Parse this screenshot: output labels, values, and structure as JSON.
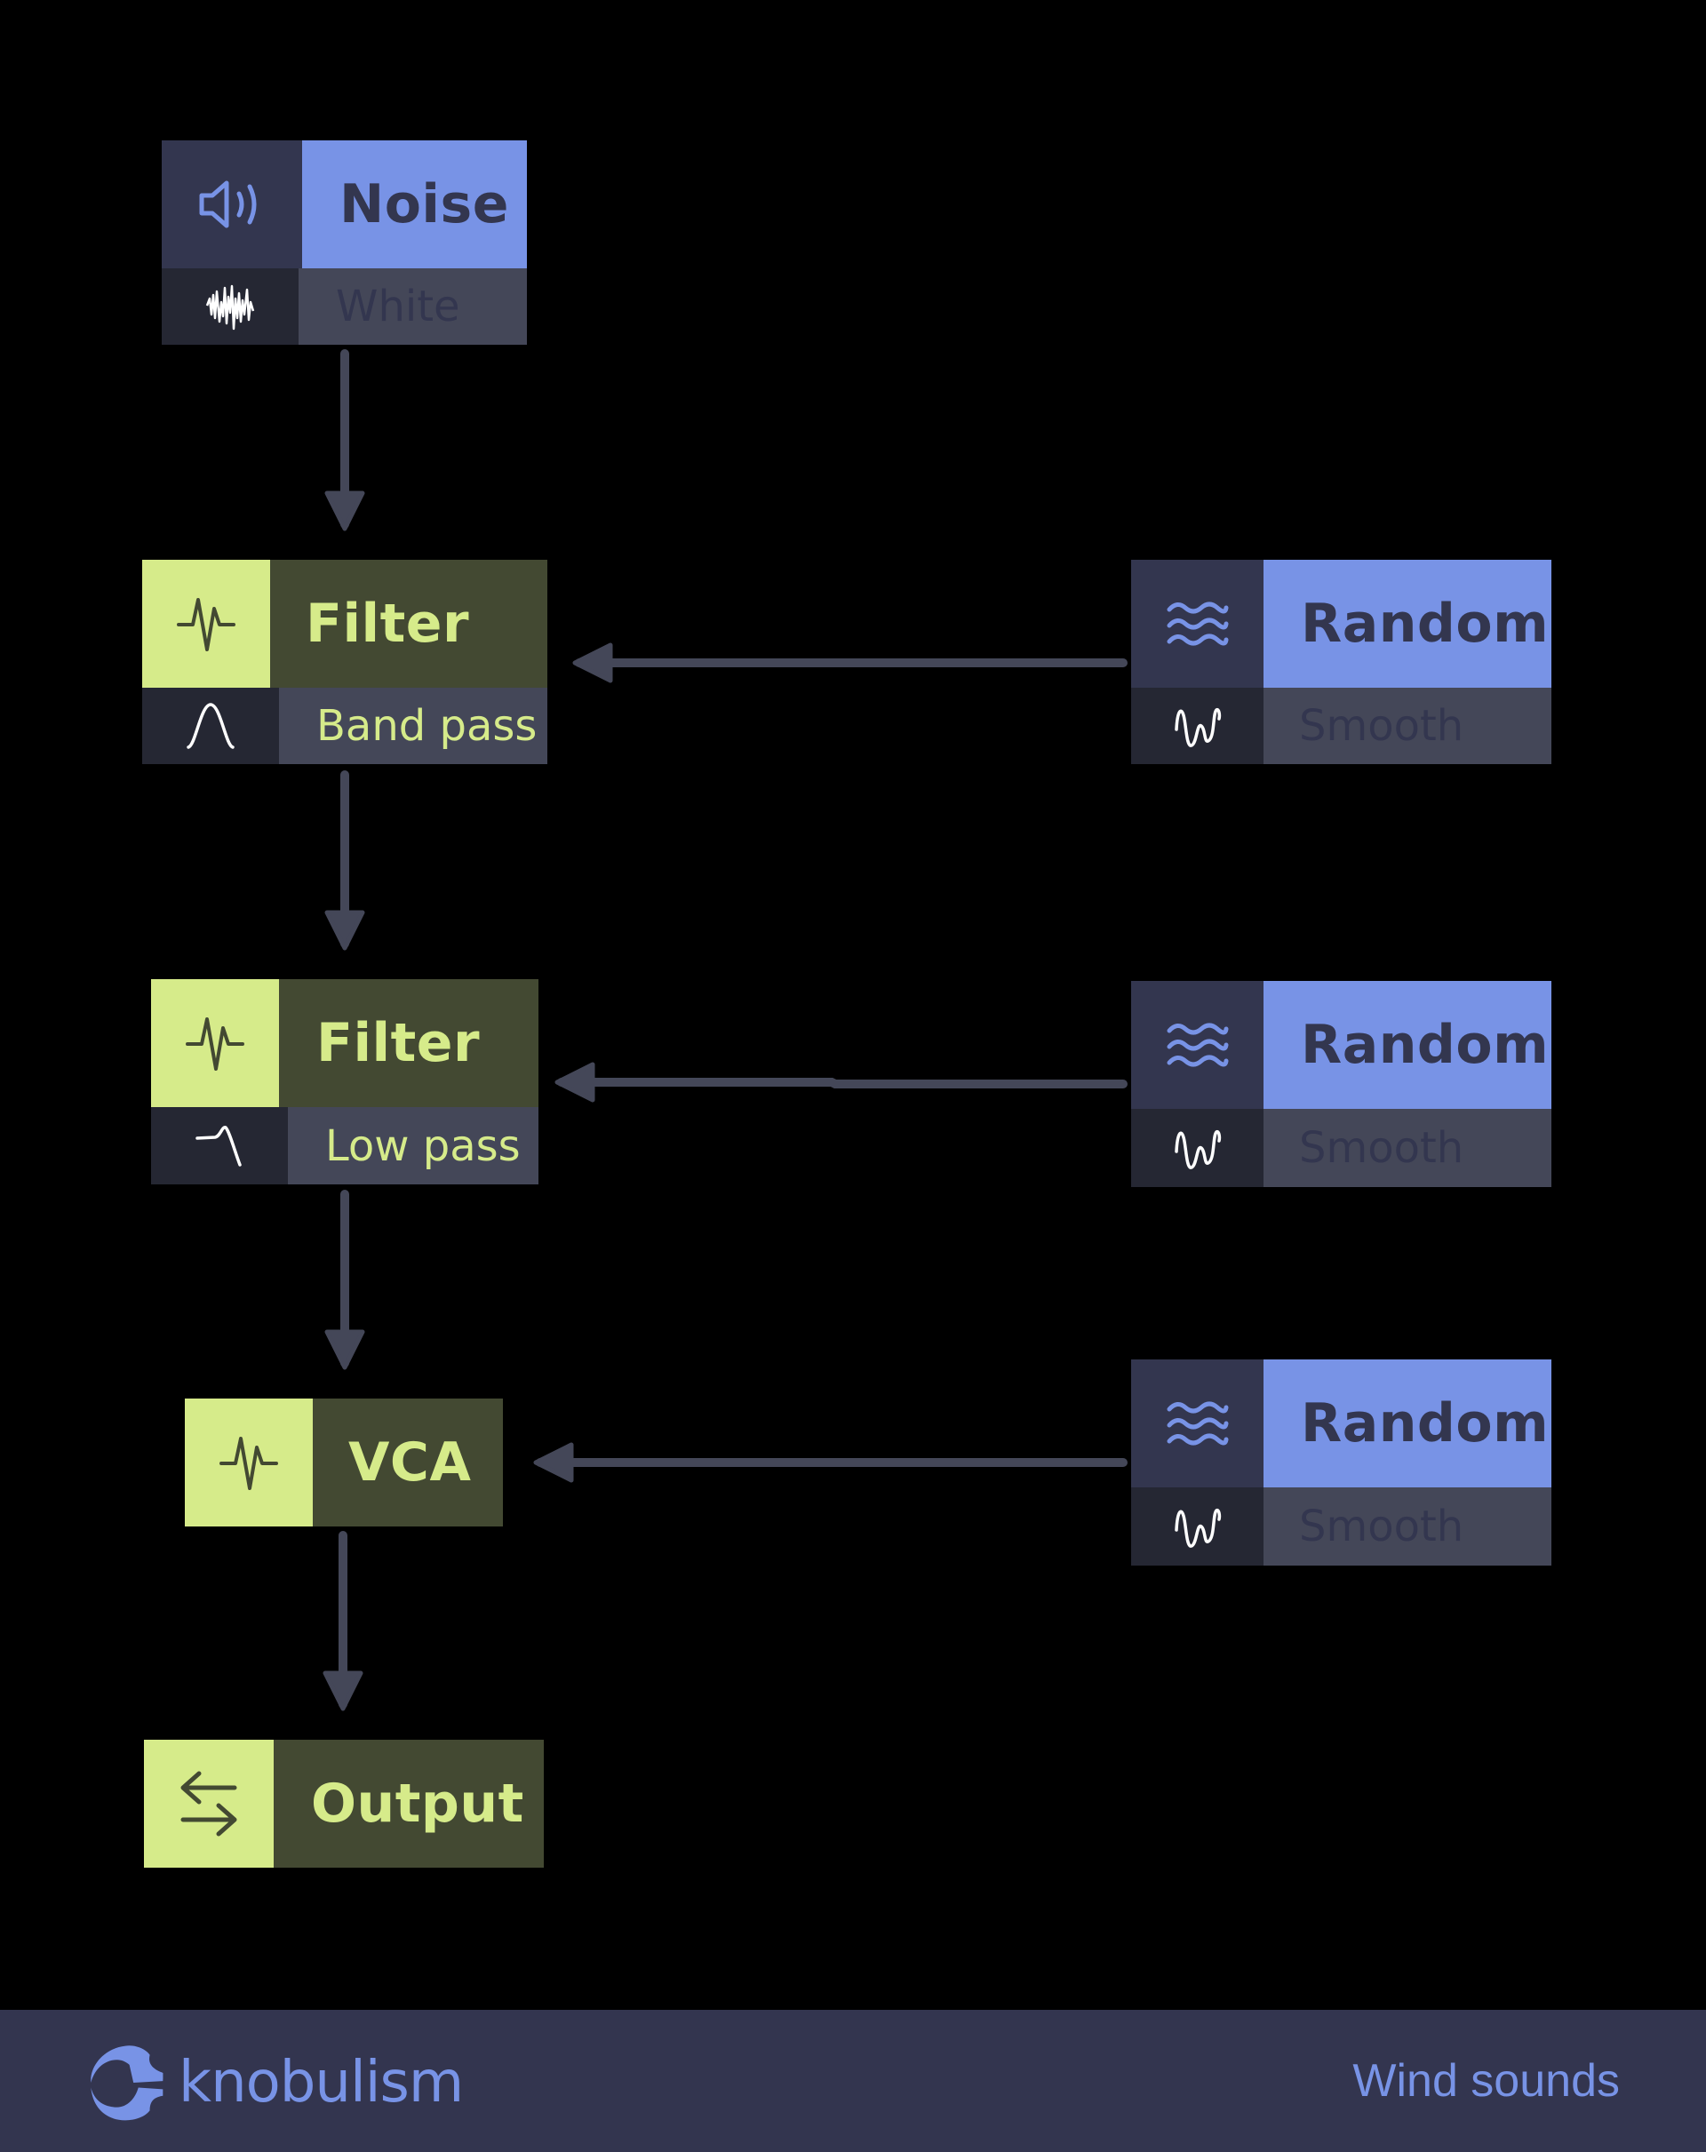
{
  "colors": {
    "background": "#000000",
    "source_accent": "#7893e6",
    "processor_accent": "#d6eb8a",
    "processor_dark": "#434932",
    "source_dark": "#33364f",
    "wire": "#444758",
    "footer": "#33354f"
  },
  "nodes": {
    "noise": {
      "title": "Noise",
      "icon": "speaker-icon",
      "subtitle": "White",
      "sub_icon": "white-noise-waveform-icon"
    },
    "filter1": {
      "title": "Filter",
      "icon": "pulse-icon",
      "subtitle": "Band pass",
      "sub_icon": "band-pass-curve-icon"
    },
    "filter2": {
      "title": "Filter",
      "icon": "pulse-icon",
      "subtitle": "Low pass",
      "sub_icon": "low-pass-curve-icon"
    },
    "vca": {
      "title": "VCA",
      "icon": "pulse-icon"
    },
    "output": {
      "title": "Output",
      "icon": "swap-arrows-icon"
    },
    "random1": {
      "title": "Random",
      "icon": "waves-icon",
      "subtitle": "Smooth",
      "sub_icon": "smooth-wave-icon"
    },
    "random2": {
      "title": "Random",
      "icon": "waves-icon",
      "subtitle": "Smooth",
      "sub_icon": "smooth-wave-icon"
    },
    "random3": {
      "title": "Random",
      "icon": "waves-icon",
      "subtitle": "Smooth",
      "sub_icon": "smooth-wave-icon"
    }
  },
  "connections": [
    {
      "from": "noise",
      "to": "filter1"
    },
    {
      "from": "random1",
      "to": "filter1"
    },
    {
      "from": "filter1",
      "to": "filter2"
    },
    {
      "from": "random2",
      "to": "filter2"
    },
    {
      "from": "filter2",
      "to": "vca"
    },
    {
      "from": "random3",
      "to": "vca"
    },
    {
      "from": "vca",
      "to": "output"
    }
  ],
  "footer": {
    "brand": "knobulism",
    "patch_name": "Wind sounds"
  }
}
